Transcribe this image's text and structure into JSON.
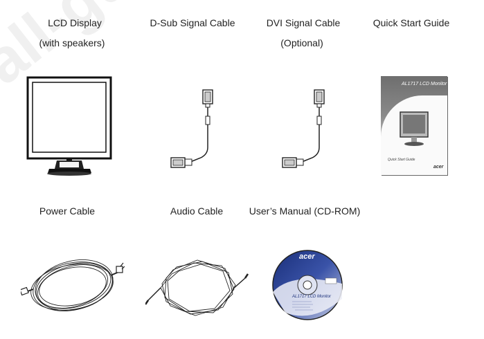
{
  "watermark": "all-gui",
  "items": {
    "lcd": {
      "label": "LCD Display",
      "sublabel": "(with speakers)"
    },
    "dsub": {
      "label": "D-Sub Signal Cable"
    },
    "dvi": {
      "label": "DVI Signal Cable",
      "sublabel": "(Optional)"
    },
    "guide": {
      "label": "Quick Start Guide",
      "cover_title": "AL1717 LCD Monitor",
      "cover_sub": "Quick Start Guide",
      "cover_brand": "acer"
    },
    "power": {
      "label": "Power Cable"
    },
    "audio": {
      "label": "Audio Cable"
    },
    "manual": {
      "label": "User’s Manual (CD-ROM)",
      "cd_brand": "acer",
      "cd_title": "AL1717 LCD Monitor"
    }
  }
}
